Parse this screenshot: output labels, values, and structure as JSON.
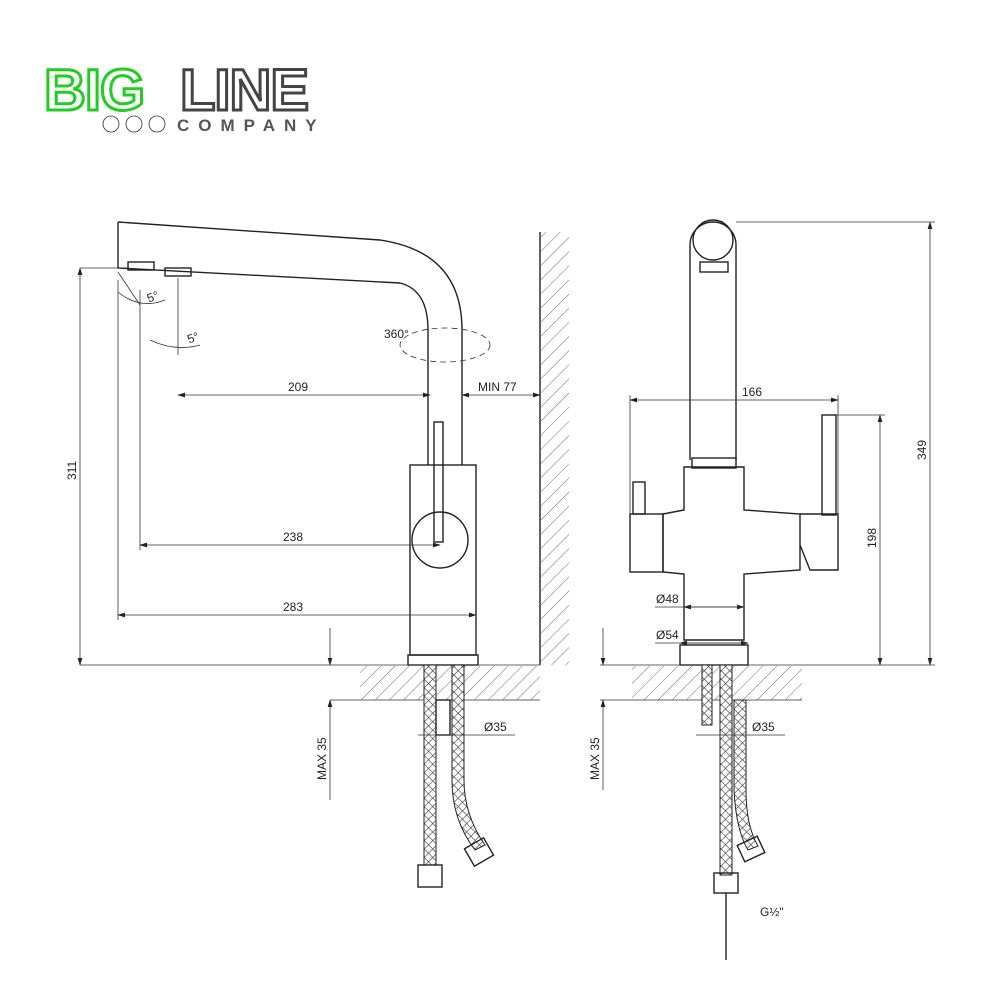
{
  "logo": {
    "part1": "BIG",
    "part2": "LINE",
    "tagline": "COMPANY",
    "green": "#22cc22",
    "gray": "#444444"
  },
  "side_view": {
    "angle1": "5°",
    "angle2": "5°",
    "rotation": "360°",
    "dim_209": "209",
    "dim_min77": "MIN 77",
    "dim_311": "311",
    "dim_238": "238",
    "dim_283": "283",
    "dim_max35": "MAX 35",
    "dim_d35": "Ø35"
  },
  "front_view": {
    "dim_166": "166",
    "dim_349": "349",
    "dim_198": "198",
    "dim_d48": "Ø48",
    "dim_d54": "Ø54",
    "dim_max35": "MAX 35",
    "dim_d35": "Ø35",
    "thread": "G½\""
  }
}
